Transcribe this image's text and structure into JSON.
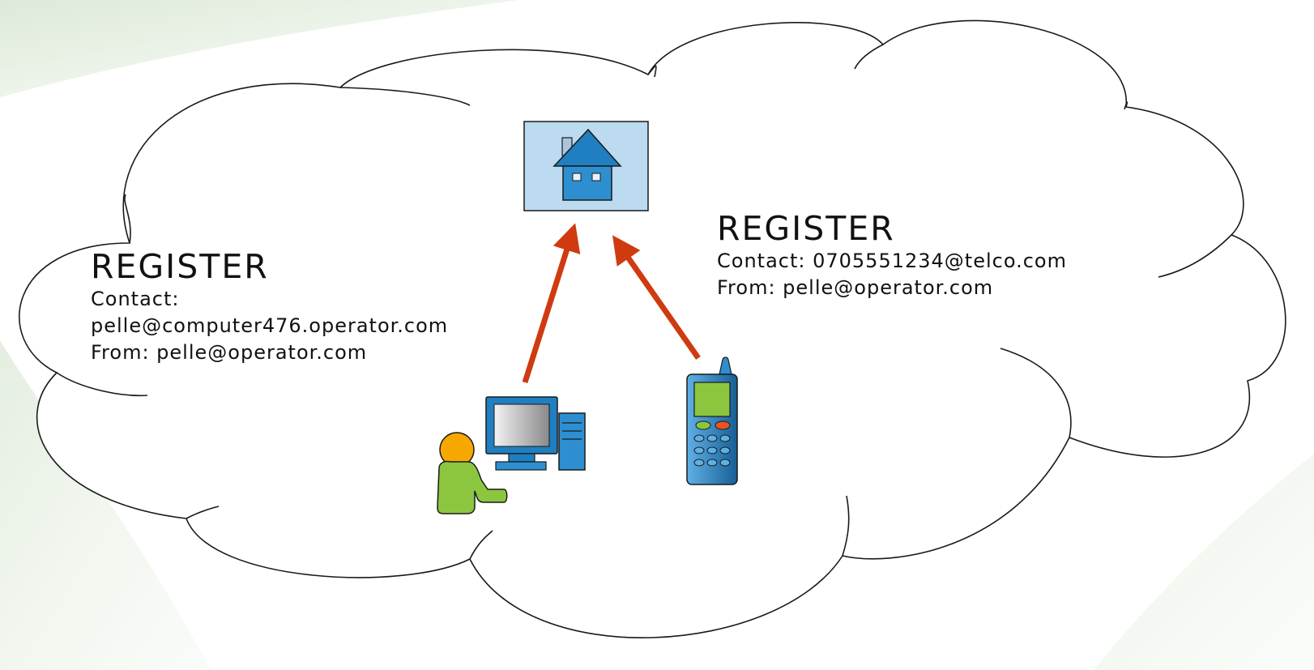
{
  "colors": {
    "background_sweep": "#d9e6d3",
    "cloud_fill": "#ffffff",
    "cloud_stroke": "#1a1a1a",
    "arrow": "#d03a10",
    "server_box": "#bcdaf0",
    "house": "#1f7fc0",
    "person_head": "#f7a800",
    "person_body": "#8cc63f",
    "phone_body": "#1f7fc0",
    "phone_screen": "#8cc63f"
  },
  "icons": {
    "server": "house-icon",
    "computer": "desktop-computer-icon",
    "user": "person-icon",
    "phone": "mobile-phone-icon"
  },
  "left_register": {
    "heading": "REGISTER",
    "contact_label": "Contact:",
    "contact_value": "pelle@computer476.operator.com",
    "from_line": "From: pelle@operator.com"
  },
  "right_register": {
    "heading": "REGISTER",
    "contact_line": "Contact: 0705551234@telco.com",
    "from_line": "From: pelle@operator.com"
  }
}
